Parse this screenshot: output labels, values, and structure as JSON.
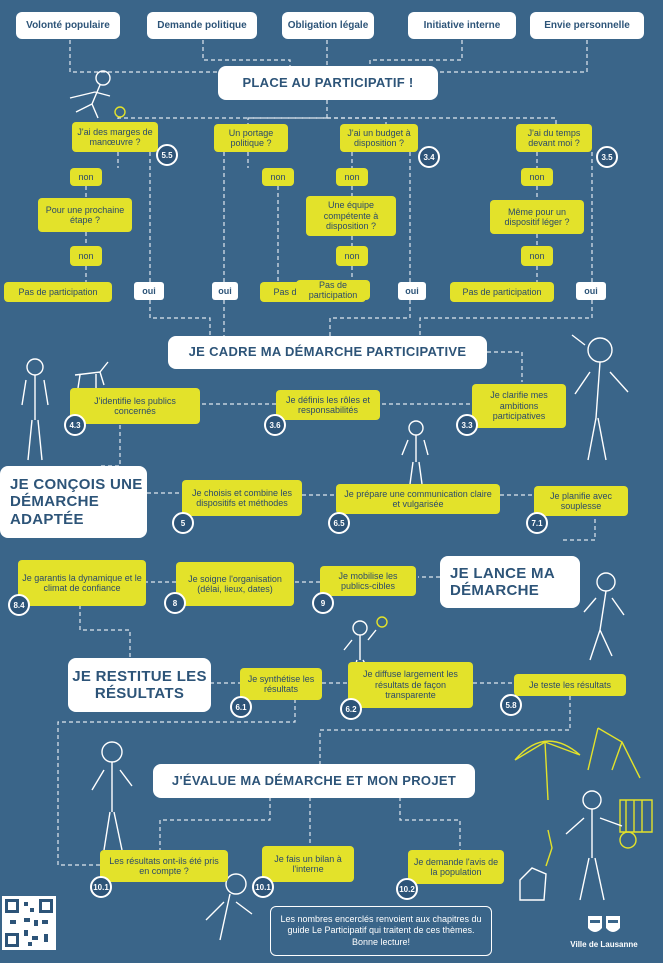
{
  "top_sources": [
    "Volonté populaire",
    "Demande politique",
    "Obligation légale",
    "Initiative interne",
    "Envie personnelle"
  ],
  "place_title": "PLACE AU PARTICIPATIF !",
  "questions": {
    "marges": "J'ai des marges de manœuvre ?",
    "marges_num": "5.5",
    "portage": "Un portage politique ?",
    "budget": "J'ai un budget à disposition ?",
    "budget_num": "3.4",
    "temps": "J'ai du temps devant moi ?",
    "temps_num": "3.5",
    "prochaine": "Pour une prochaine étape ?",
    "equipe": "Une équipe compétente à disposition ?",
    "dispositif": "Même pour un dispositif léger ?"
  },
  "non_label": "non",
  "oui_label": "oui",
  "pas_participation": "Pas de participation",
  "cadre_title": "JE CADRE MA DÉMARCHE PARTICIPATIVE",
  "cadre": {
    "publics": "J'identifie les publics concernés",
    "publics_num": "4.3",
    "roles": "Je définis les rôles et responsabilités",
    "roles_num": "3.6",
    "ambitions": "Je clarifie mes ambitions participatives",
    "ambitions_num": "3.3"
  },
  "concois_title": "JE CONÇOIS UNE DÉMARCHE ADAPTÉE",
  "concois": {
    "dispositifs": "Je choisis et combine les dispositifs et méthodes",
    "dispositifs_num": "5",
    "communication": "Je prépare une communication claire et vulgarisée",
    "communication_num": "6.5",
    "planifie": "Je planifie avec souplesse",
    "planifie_num": "7.1"
  },
  "lance_title": "JE LANCE MA DÉMARCHE",
  "lance": {
    "garantis": "Je garantis la dynamique et le climat de confiance",
    "garantis_num": "8.4",
    "soigne": "Je soigne l'organisation (délai, lieux, dates)",
    "soigne_num": "8",
    "mobilise": "Je mobilise les publics-cibles",
    "mobilise_num": "9"
  },
  "restitue_title": "JE RESTITUE LES RÉSULTATS",
  "restitue": {
    "synthetise": "Je synthétise les résultats",
    "synthetise_num": "6.1",
    "diffuse": "Je diffuse largement les résultats de façon transparente",
    "diffuse_num": "6.2",
    "teste": "Je teste les résultats",
    "teste_num": "5.8"
  },
  "evalue_title": "J'ÉVALUE MA DÉMARCHE ET MON PROJET",
  "evalue": {
    "compte": "Les résultats ont-ils été pris en compte ?",
    "compte_num": "10.1",
    "bilan": "Je fais un bilan à l'interne",
    "bilan_num": "10.1",
    "avis": "Je demande l'avis de la population",
    "avis_num": "10.2"
  },
  "footer_note": "Les nombres encerclés renvoient aux chapitres du guide Le Participatif qui traitent de ces thèmes. Bonne lecture!",
  "logo_text": "Ville de Lausanne"
}
